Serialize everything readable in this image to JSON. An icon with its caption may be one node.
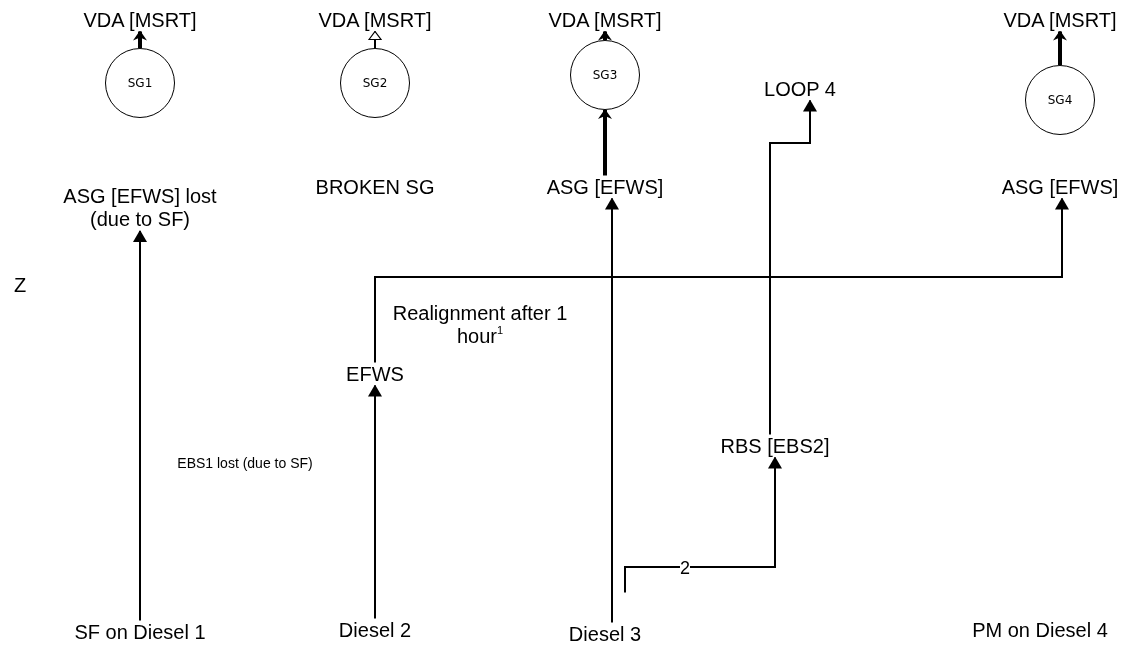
{
  "diagram": {
    "nodes": [
      {
        "text": [
          "VDA [MSRT]"
        ]
      },
      {
        "text": [
          "SG1"
        ]
      },
      {
        "text": [
          "ASG [EFWS] lost (due to SF)"
        ]
      },
      {
        "text": [
          "VDA [MSRT]"
        ]
      },
      {
        "text": [
          "SG2"
        ]
      },
      {
        "text": [
          "BROKEN SG"
        ]
      },
      {
        "text": [
          "VDA [MSRT]"
        ]
      },
      {
        "text": [
          "SG3"
        ]
      },
      {
        "text": [
          "ASG [EFWS]"
        ]
      },
      {
        "text": [
          "LOOP 4"
        ]
      },
      {
        "text": [
          "VDA [MSRT]"
        ]
      },
      {
        "text": [
          "SG4"
        ]
      },
      {
        "text": [
          "ASG [EFWS]"
        ]
      },
      {
        "text": [
          "EFWS"
        ]
      },
      {
        "text": [
          "RBS [EBS2]"
        ]
      },
      {
        "text": [
          "SF on Diesel 1"
        ]
      },
      {
        "text": [
          "Diesel 2"
        ]
      },
      {
        "text": [
          "Diesel 3"
        ]
      },
      {
        "text": [
          "PM on Diesel 4"
        ]
      }
    ],
    "edges": [
      {
        "from": 1,
        "to": 0,
        "arrow": "to",
        "style": "thick"
      },
      {
        "from": 4,
        "to": 3,
        "arrow": "to"
      },
      {
        "from": 7,
        "to": 6,
        "arrow": "to",
        "style": "thick"
      },
      {
        "from": 8,
        "to": 7,
        "arrow": "to",
        "style": "thick"
      },
      {
        "from": 11,
        "to": 10,
        "arrow": "to",
        "style": "thick"
      },
      {
        "from": 15,
        "to": 2,
        "arrow": "to",
        "label": "EBS1 lost (due to SF)"
      },
      {
        "from": 16,
        "to": 13,
        "arrow": "to"
      },
      {
        "from": 17,
        "to": 8,
        "arrow": "to"
      },
      {
        "from": 17,
        "to": 14,
        "arrow": "to",
        "label": "2"
      },
      {
        "from": 14,
        "to": 9,
        "arrow": "to"
      },
      {
        "from": 13,
        "to": 12,
        "arrow": "to",
        "label": "Realignment after 1 hour$^{1}$"
      }
    ],
    "labels": [
      "Z"
    ]
  }
}
